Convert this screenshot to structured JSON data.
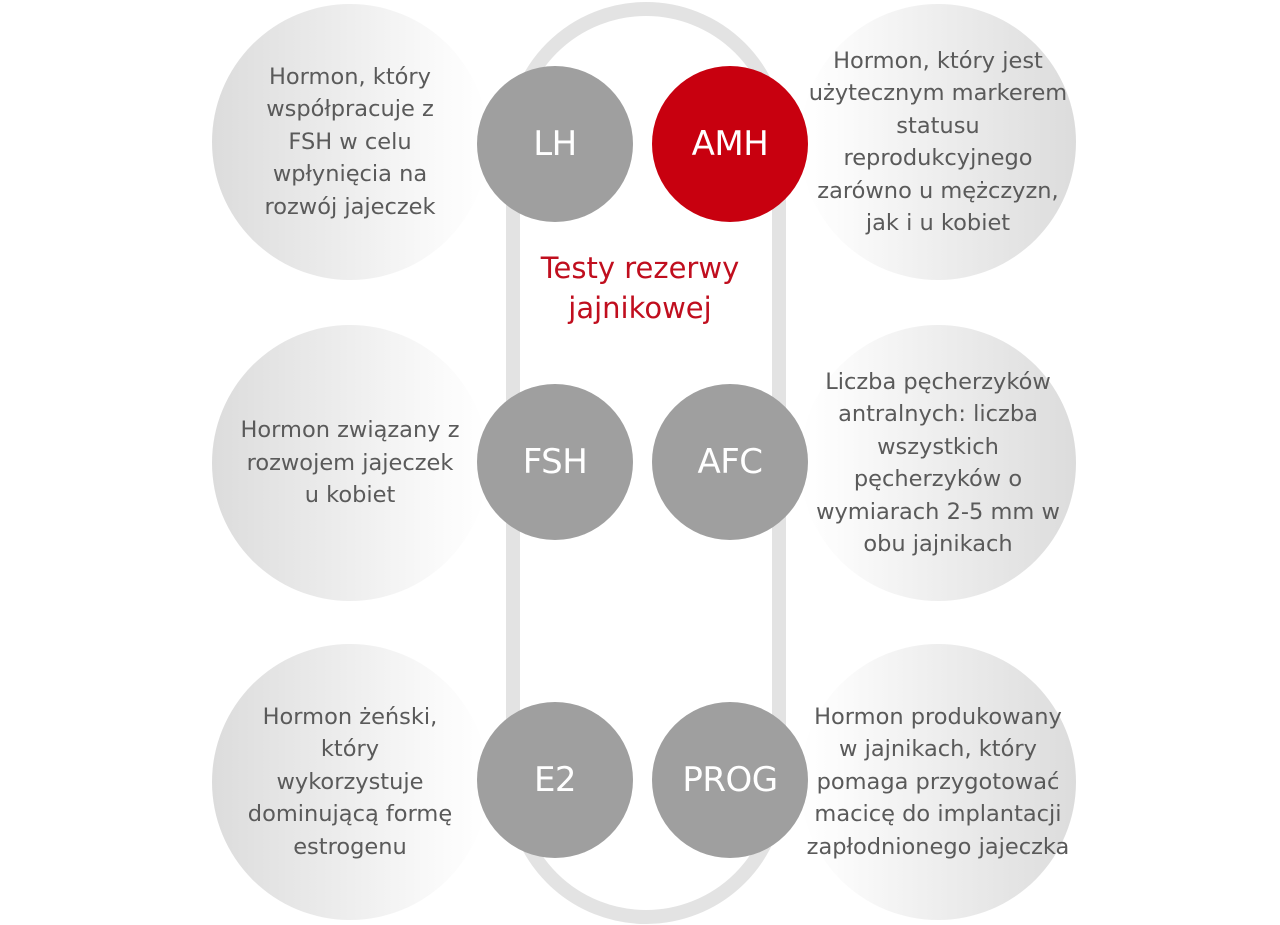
{
  "title": "Testy rezerwy\njajnikowej",
  "colors": {
    "accent": "#c8000f",
    "title_text": "#c00e1e",
    "node_gray": "#9f9f9f",
    "pill_stroke": "#e3e3e3",
    "description_text": "#5a5a5a"
  },
  "tests": [
    {
      "label": "LH",
      "highlighted": false,
      "description": "Hormon, który\nwspółpracuje z\nFSH w celu\nwpłynięcia na\nrozwój jajeczek"
    },
    {
      "label": "AMH",
      "highlighted": true,
      "description": "Hormon, który jest\nużytecznym markerem\nstatusu\nreprodukcyjnego\nzarówno u mężczyzn,\njak i u kobiet"
    },
    {
      "label": "FSH",
      "highlighted": false,
      "description": "Hormon związany z\nrozwojem jajeczek\nu kobiet"
    },
    {
      "label": "AFC",
      "highlighted": false,
      "description": "Liczba pęcherzyków\nantralnych: liczba\nwszystkich\npęcherzyków o\nwymiarach 2-5 mm w\nobu jajnikach"
    },
    {
      "label": "E2",
      "highlighted": false,
      "description": "Hormon żeński,\nktóry\nwykorzystuje\ndominującą formę\nestrogenu"
    },
    {
      "label": "PROG",
      "highlighted": false,
      "description": "Hormon produkowany\nw jajnikach, który\npomaga przygotować\nmacicę do implantacji\nzapłodnionego jajeczka"
    }
  ]
}
